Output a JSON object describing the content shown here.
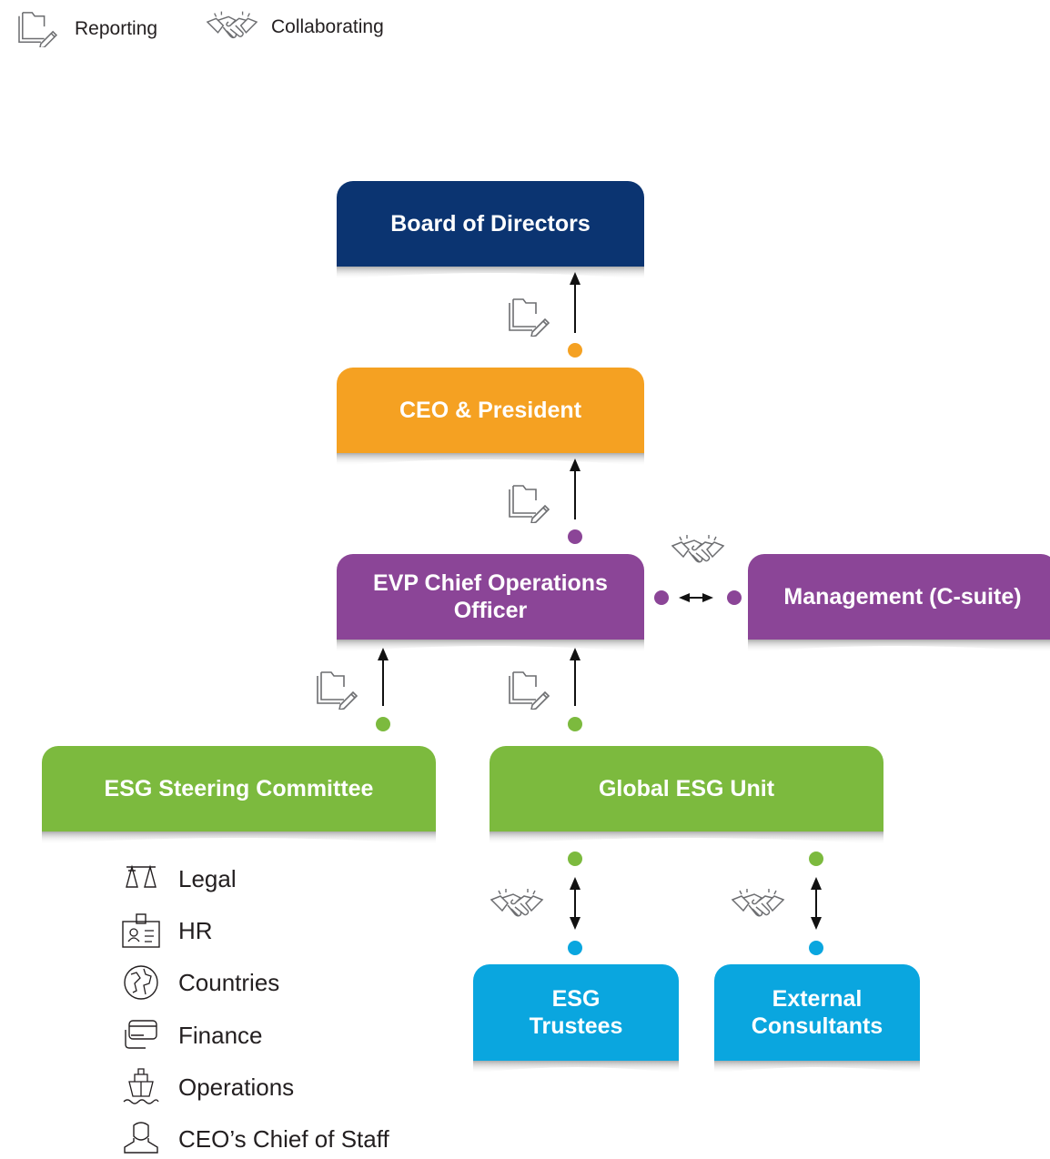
{
  "legend": {
    "reporting": {
      "icon": "reporting-icon",
      "label": "Reporting"
    },
    "collaborating": {
      "icon": "handshake-icon",
      "label": "Collaborating"
    }
  },
  "nodes": {
    "board": {
      "label": "Board of Directors",
      "color": "#0b3471"
    },
    "ceo": {
      "label": "CEO & President",
      "color": "#f5a122"
    },
    "coo": {
      "label_line1": "EVP Chief Operations",
      "label_line2": "Officer",
      "color": "#8b4597"
    },
    "management": {
      "label": "Management (C-suite)",
      "color": "#8b4597"
    },
    "steering": {
      "label": "ESG Steering Committee",
      "color": "#7cba3e"
    },
    "global_unit": {
      "label": "Global ESG Unit",
      "color": "#7cba3e"
    },
    "trustees": {
      "label_line1": "ESG",
      "label_line2": "Trustees",
      "color": "#0aa6df"
    },
    "consultants": {
      "label_line1": "External",
      "label_line2": "Consultants",
      "color": "#0aa6df"
    }
  },
  "committee_members": [
    {
      "icon": "scales-icon",
      "label": "Legal"
    },
    {
      "icon": "id-badge-icon",
      "label": "HR"
    },
    {
      "icon": "globe-icon",
      "label": "Countries"
    },
    {
      "icon": "credit-card-icon",
      "label": "Finance"
    },
    {
      "icon": "ship-icon",
      "label": "Operations"
    },
    {
      "icon": "person-icon",
      "label": "CEO’s Chief of Staff"
    }
  ],
  "colors": {
    "orange_dot": "#f5a122",
    "purple_dot": "#8b4597",
    "green_dot": "#7cba3e",
    "blue_dot": "#0aa6df",
    "icon_stroke": "#6d6e71"
  }
}
